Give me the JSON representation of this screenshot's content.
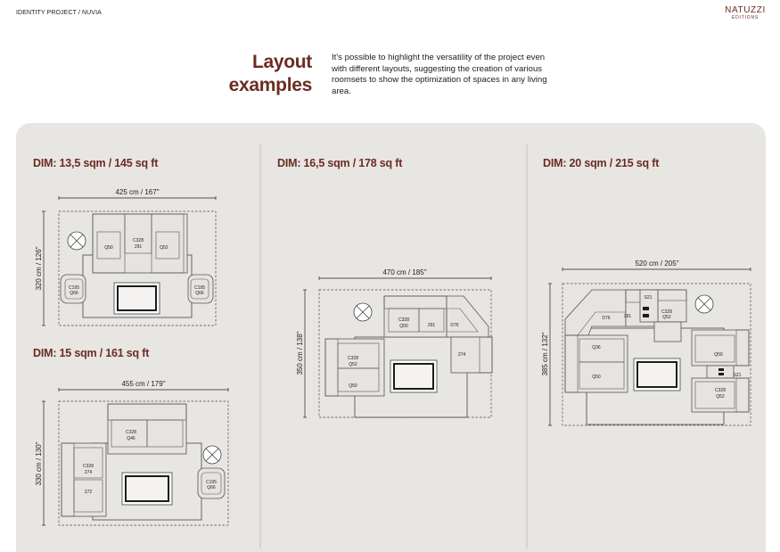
{
  "header": {
    "breadcrumb": "IDENTITY PROJECT / NUVIA",
    "brand_name": "NATUZZI",
    "brand_sub": "EDITIONS"
  },
  "hero": {
    "title_line1": "Layout",
    "title_line2": "examples",
    "description": "It's possible to highlight the versatility of the project even with different layouts, suggesting the creation of various roomsets to show the optimization of spaces in any living area."
  },
  "layouts": [
    {
      "title": "DIM: 13,5 sqm /  145 sq ft",
      "width_label": "425 cm / 167\"",
      "height_label": "320 cm / 126\"",
      "labels": {
        "q50": "Q50",
        "c328": "C328",
        "c328_sub": "291",
        "q52": "Q52",
        "c195a": "C195",
        "c195a_sub": "Q66",
        "c195b": "C195",
        "c195b_sub": "Q66"
      }
    },
    {
      "title": "DIM: 15 sqm /  161 sq ft",
      "width_label": "455 cm /  179\"",
      "height_label": "330 cm /  130\"",
      "labels": {
        "c328": "C328",
        "c328_sub": "Q46",
        "left_c328": "C328",
        "left_c328_sub": "274",
        "left_272": "272",
        "c195": "C195",
        "c195_sub": "Q66"
      }
    },
    {
      "title": "DIM: 16,5 sqm /  178 sq ft",
      "width_label": "470 cm / 185\"",
      "height_label": "350 cm / 138\"",
      "labels": {
        "c328": "C328",
        "c328_sub": "Q50",
        "n291": "291",
        "d76": "D76",
        "n274": "274",
        "left_c328": "C328",
        "left_c328_sub": "Q52",
        "left_q50": "Q50"
      }
    },
    {
      "title": "DIM: 20 sqm /  215 sq ft",
      "width_label": "520 cm / 205\"",
      "height_label": "385 cm / 132\"",
      "labels": {
        "d76": "D76",
        "n291": "291",
        "c328": "C328",
        "c328_sub": "Q52",
        "s21": "S21",
        "q36": "Q36",
        "q50_left": "Q50",
        "q50_right": "Q50",
        "s21b": "S21",
        "c328b": "C328",
        "c328b_sub": "Q52"
      }
    }
  ],
  "colors": {
    "accent": "#6b2c22",
    "panel": "#e8e6e3"
  }
}
